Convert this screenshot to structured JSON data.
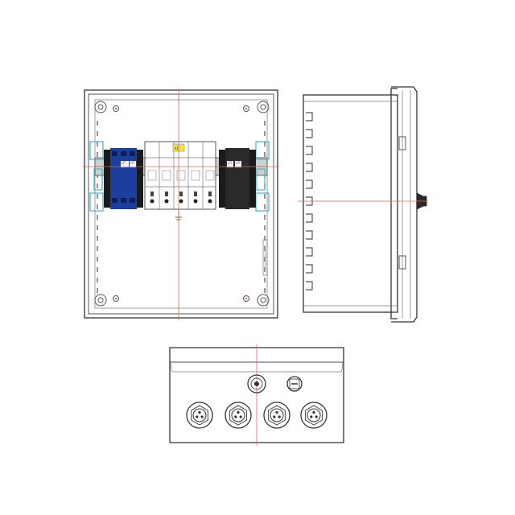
{
  "front_view": {
    "spd_label": "KF",
    "terminal_block_labels": [
      "UT",
      "UT",
      "UT",
      "UT"
    ]
  },
  "colors": {
    "outline": "#555555",
    "centerline": "#d86a5a",
    "terminal_blue": "#1c3f9e",
    "din_clip_cyan": "#3fb6c9",
    "spd_indicator": "#f2e64a"
  }
}
